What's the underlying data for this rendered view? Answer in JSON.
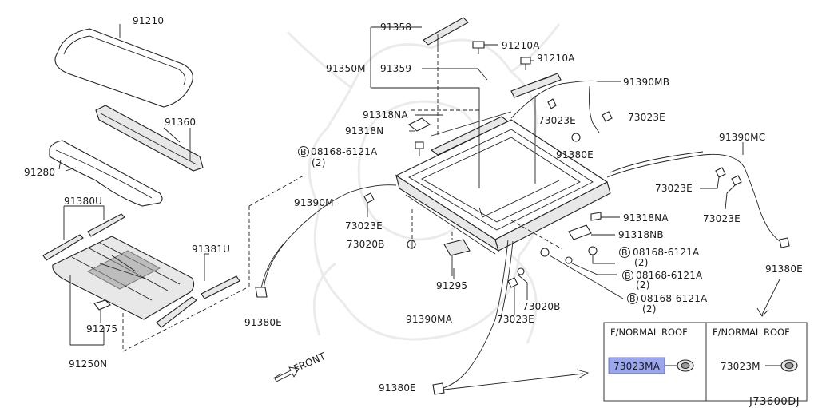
{
  "parts": {
    "p91210": "91210",
    "p91360": "91360",
    "p91280": "91280",
    "p91380U": "91380U",
    "p91381U": "91381U",
    "p91275": "91275",
    "p91250N": "91250N",
    "p91358": "91358",
    "p91210A_1": "91210A",
    "p91210A_2": "91210A",
    "p91350M": "91350M",
    "p91359": "91359",
    "p91390MB": "91390MB",
    "p91318NA_top": "91318NA",
    "p91318N": "91318N",
    "p73023E_a": "73023E",
    "p73023E_b": "73023E",
    "bolt_top": "08168-6121A",
    "bolt_top_qty": "(2)",
    "p91380E_a": "91380E",
    "p91390MC": "91390MC",
    "p73023E_c": "73023E",
    "p73023E_d": "73023E",
    "p91390M": "91390M",
    "p73023E_e": "73023E",
    "p73020B_a": "73020B",
    "p91318NA_r": "91318NA",
    "p91318NB": "91318NB",
    "bolt_r1": "08168-6121A",
    "bolt_r1_qty": "(2)",
    "bolt_r2": "08168-6121A",
    "bolt_r2_qty": "(2)",
    "bolt_r3": "08168-6121A",
    "bolt_r3_qty": "(2)",
    "p91295": "91295",
    "p73020B_b": "73020B",
    "p91380E_b": "91380E",
    "p91390MA": "91390MA",
    "p73023E_f": "73023E",
    "p91380E_c": "91380E",
    "p91380E_d": "91380E"
  },
  "bolt_marker": "B",
  "front_label": "FRONT",
  "inset": {
    "col1_header": "F/NORMAL ROOF",
    "col2_header": "F/NORMAL ROOF",
    "col1_part": "73023MA",
    "col2_part": "73023M",
    "highlight_color": "#9aa6ee"
  },
  "diagram_code": "J73600DJ"
}
